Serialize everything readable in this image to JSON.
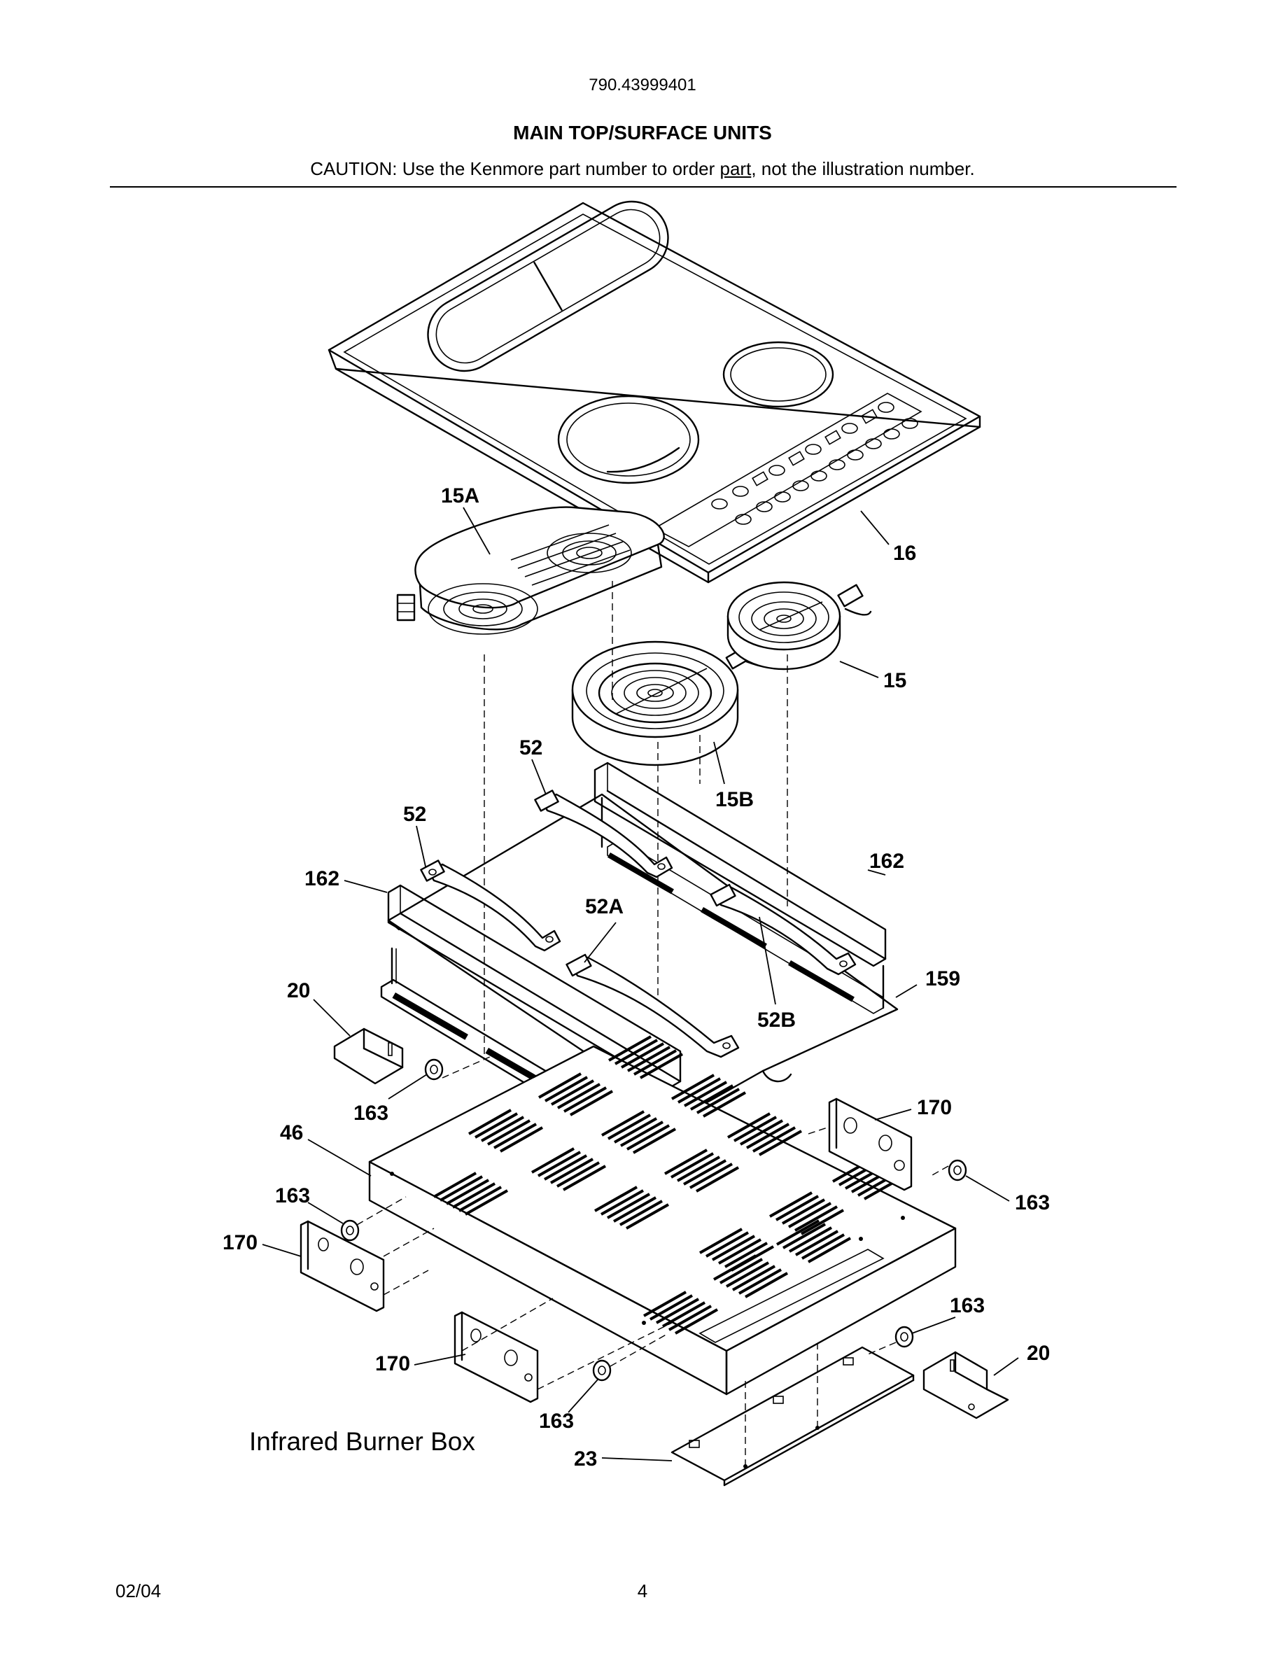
{
  "header": {
    "model_number": "790.43999401",
    "title": "MAIN TOP/SURFACE UNITS",
    "caution_before": "CAUTION: Use the Kenmore part number to order ",
    "caution_underlined": "part",
    "caution_after": ", not the illustration number."
  },
  "diagram": {
    "caption": "Infrared Burner Box",
    "callouts": {
      "c15A": "15A",
      "c16": "16",
      "c15": "15",
      "c52_top": "52",
      "c15B": "15B",
      "c52_left": "52",
      "c162_left": "162",
      "c162_right": "162",
      "c52A": "52A",
      "c159": "159",
      "c52B": "52B",
      "c20_left": "20",
      "c163_a": "163",
      "c46": "46",
      "c170_top": "170",
      "c163_b": "163",
      "c163_c": "163",
      "c170_left": "170",
      "c163_d": "163",
      "c20_right": "20",
      "c170_bottom": "170",
      "c163_e": "163",
      "c23": "23"
    }
  },
  "footer": {
    "date": "02/04",
    "page": "4"
  }
}
